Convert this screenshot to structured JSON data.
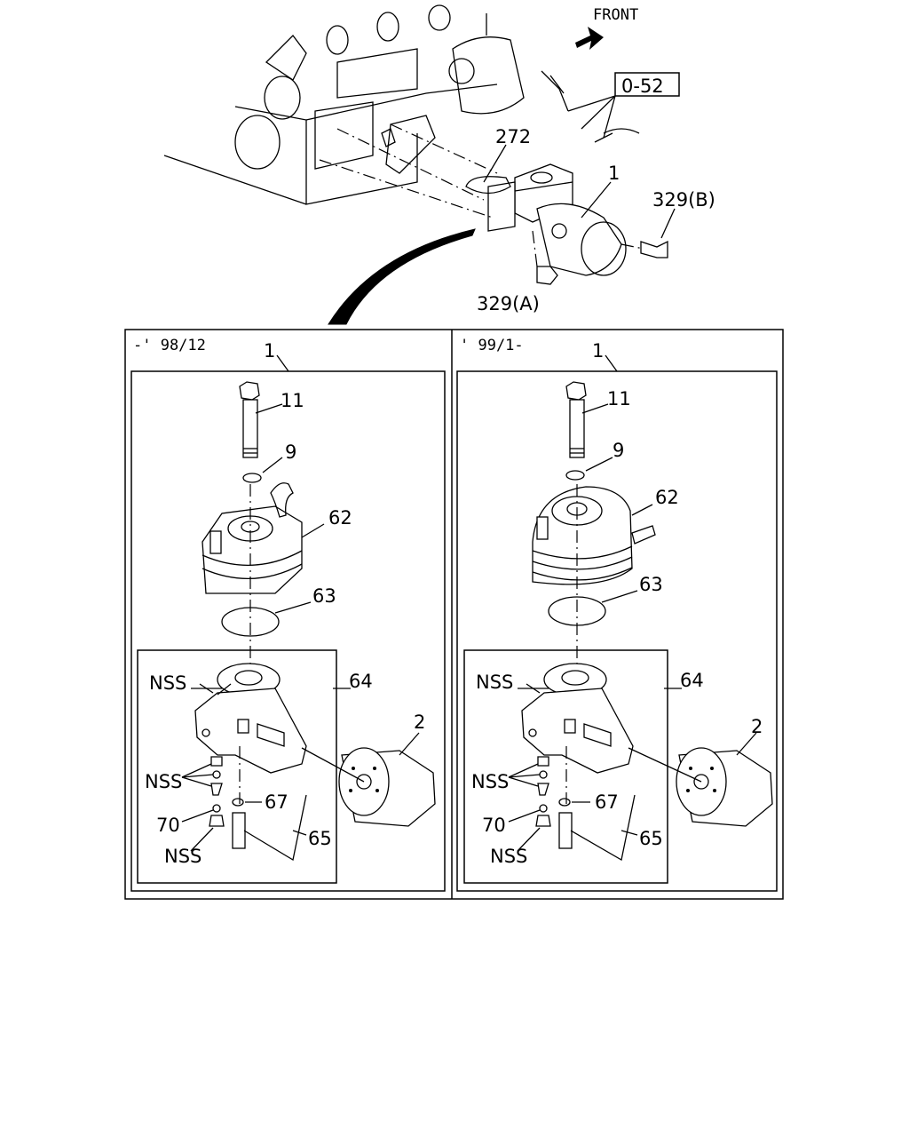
{
  "top": {
    "front_label": "FRONT",
    "ref_box": "0-52",
    "callout_272": "272",
    "callout_1": "1",
    "callout_329b": "329(B)",
    "callout_329a": "329(A)"
  },
  "left_panel": {
    "title": "-' 98/12",
    "assembly": "1",
    "labels": {
      "bolt": "11",
      "washer": "9",
      "cooler": "62",
      "oring": "63",
      "bracket_box": "64",
      "filter": "2",
      "nss_top": "NSS",
      "nss_mid": "NSS",
      "nss_bot": "NSS",
      "part70": "70",
      "part67": "67",
      "part65": "65"
    }
  },
  "right_panel": {
    "title": "' 99/1-",
    "assembly": "1",
    "labels": {
      "bolt": "11",
      "washer": "9",
      "cooler": "62",
      "oring": "63",
      "bracket_box": "64",
      "filter": "2",
      "nss_top": "NSS",
      "nss_mid": "NSS",
      "nss_bot": "NSS",
      "part70": "70",
      "part67": "67",
      "part65": "65"
    }
  }
}
